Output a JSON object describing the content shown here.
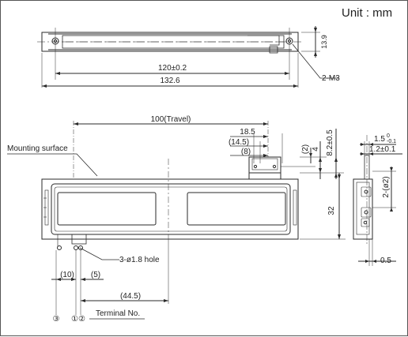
{
  "unit_label": "Unit : mm",
  "top_view": {
    "height": "13.9",
    "mount_pitch": "120",
    "mount_pitch_tol": "±0.2",
    "overall_length": "132.6",
    "screw_callout": "2-M3"
  },
  "front_view": {
    "travel": "100(Travel)",
    "mounting_surface": "Mounting surface",
    "d_18_5": "18.5",
    "d_14_5": "(14.5)",
    "d_8": "(8)",
    "d_2": "(2)",
    "d_4": "4",
    "d_8_2": "8.2±0.5",
    "height": "32",
    "holes": "3-ø1.8 hole",
    "d_10": "(10)",
    "d_5": "(5)",
    "d_44_5": "(44.5)",
    "terminal_no": "Terminal No.",
    "terminal_3": "③",
    "terminal_12": "①②"
  },
  "side_view": {
    "d_1_5": "1.5",
    "d_1_5_tol_upper": "0",
    "d_1_5_tol_lower": "-0.1",
    "d_1_2": "1.2±0.1",
    "d_2_phi": "2-(ø2)",
    "d_0_5": "0.5"
  },
  "colors": {
    "line": "#2a2a2a",
    "frame": "#555555"
  }
}
